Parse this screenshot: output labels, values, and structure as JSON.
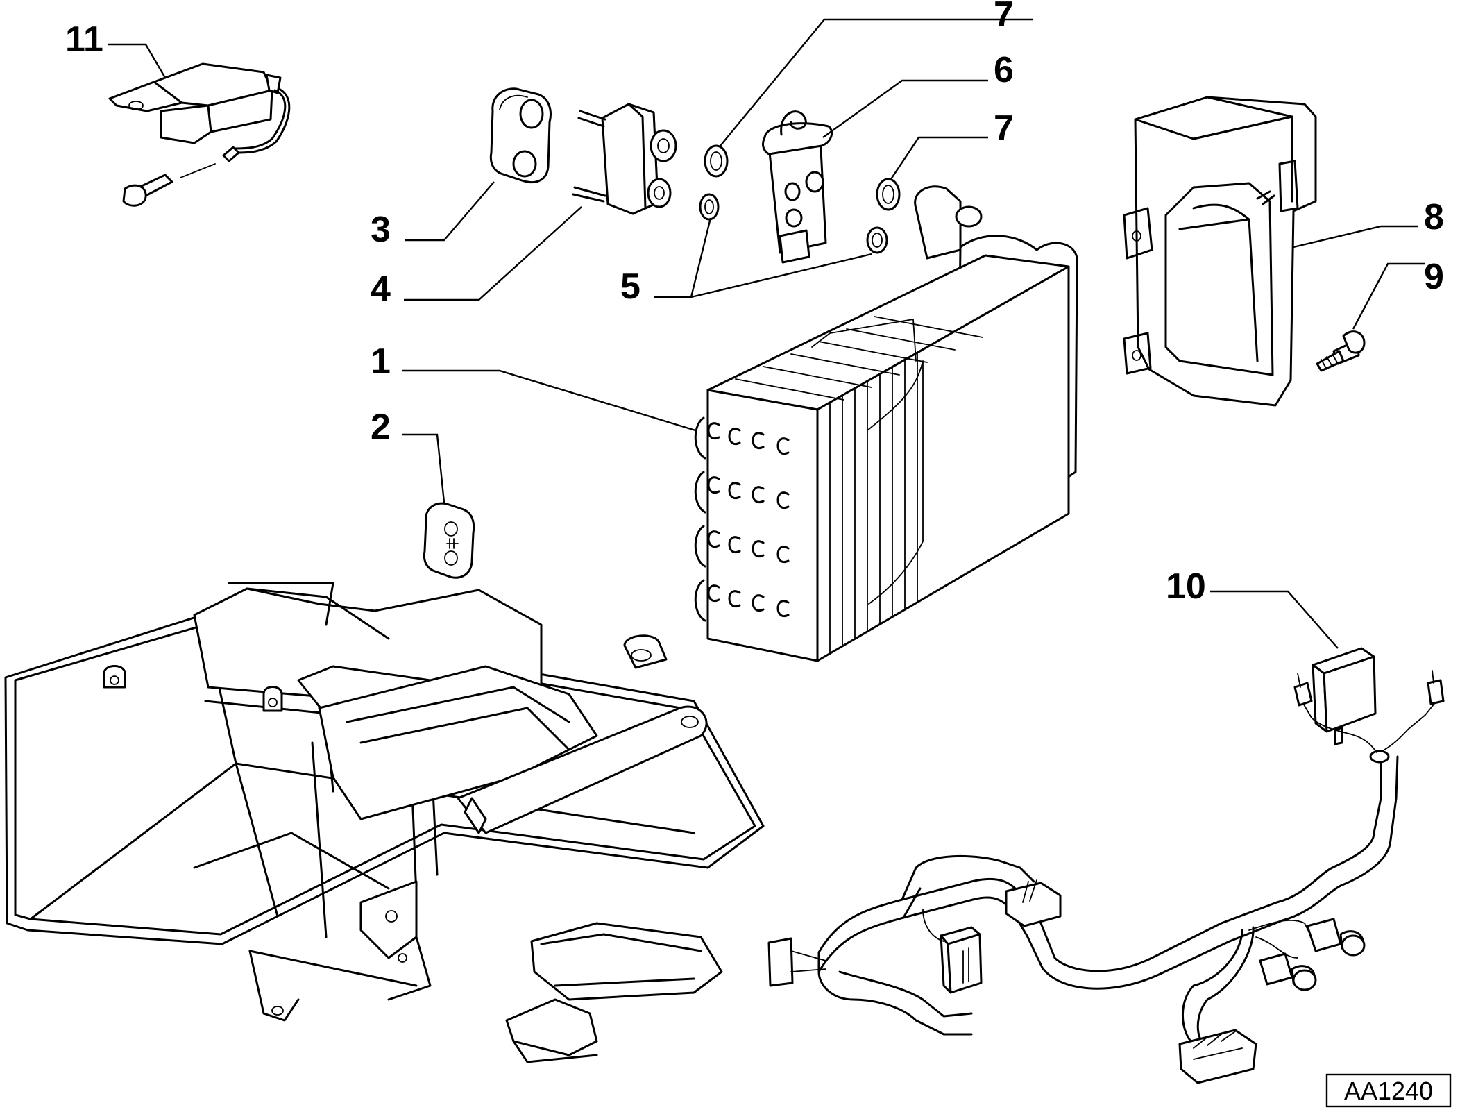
{
  "callouts": {
    "c1": "1",
    "c2": "2",
    "c3": "3",
    "c4": "4",
    "c5": "5",
    "c6": "6",
    "c7a": "7",
    "c7b": "7",
    "c8": "8",
    "c9": "9",
    "c10": "10",
    "c11": "11"
  },
  "drawing_code": "AA1240"
}
